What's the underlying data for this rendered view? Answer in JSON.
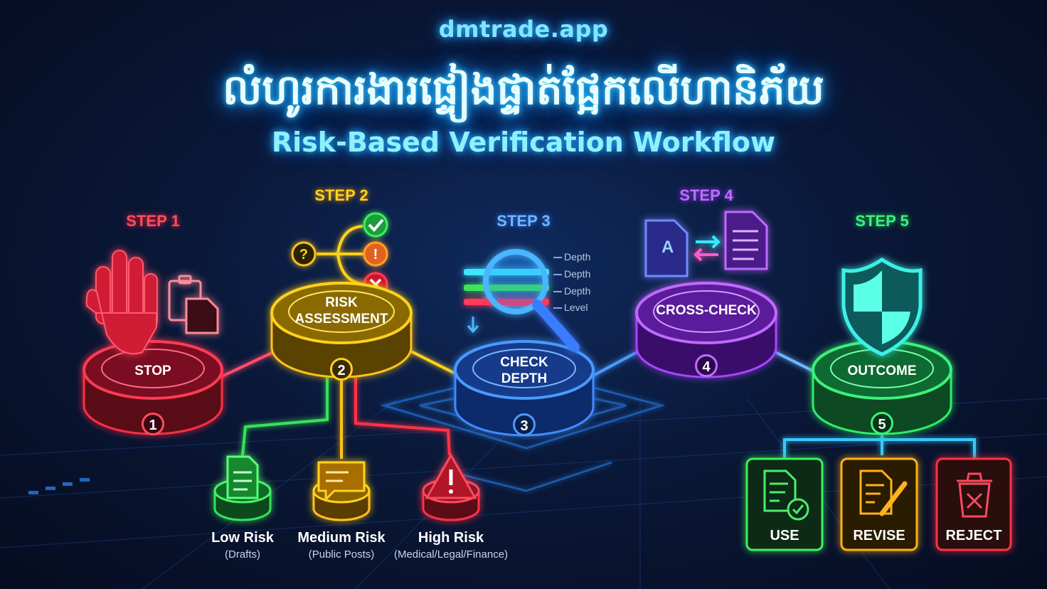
{
  "header": {
    "site": "dmtrade.app",
    "title_khmer": "លំហូរការងារផ្ទៀងផ្ទាត់ផ្អែកលើហានិភ័យ",
    "title_en": "Risk-Based Verification Workflow"
  },
  "steps": [
    {
      "step": "STEP 1",
      "label": "STOP",
      "num": "1",
      "color": "#ff3b4a"
    },
    {
      "step": "STEP 2",
      "label_line1": "RISK",
      "label_line2": "ASSESSMENT",
      "num": "2",
      "color": "#ffd21f"
    },
    {
      "step": "STEP 3",
      "label_line1": "CHECK",
      "label_line2": "DEPTH",
      "num": "3",
      "color": "#3f8cff"
    },
    {
      "step": "STEP 4",
      "label": "CROSS-CHECK",
      "num": "4",
      "color": "#b04dff"
    },
    {
      "step": "STEP 5",
      "label": "OUTCOME",
      "num": "5",
      "color": "#2bf06a"
    }
  ],
  "depth_labels": [
    "Depth",
    "Depth",
    "Depth",
    "Level"
  ],
  "risks": [
    {
      "name": "Low Risk",
      "sub": "(Drafts)",
      "color": "#34e35a"
    },
    {
      "name": "Medium Risk",
      "sub": "(Public Posts)",
      "color": "#ffc21f"
    },
    {
      "name": "High Risk",
      "sub": "(Medical/Legal/Finance)",
      "color": "#ff3347"
    }
  ],
  "outcomes": [
    {
      "label": "USE",
      "color": "#3ef05c"
    },
    {
      "label": "REVISE",
      "color": "#ffb21f"
    },
    {
      "label": "REJECT",
      "color": "#ff3347"
    }
  ]
}
